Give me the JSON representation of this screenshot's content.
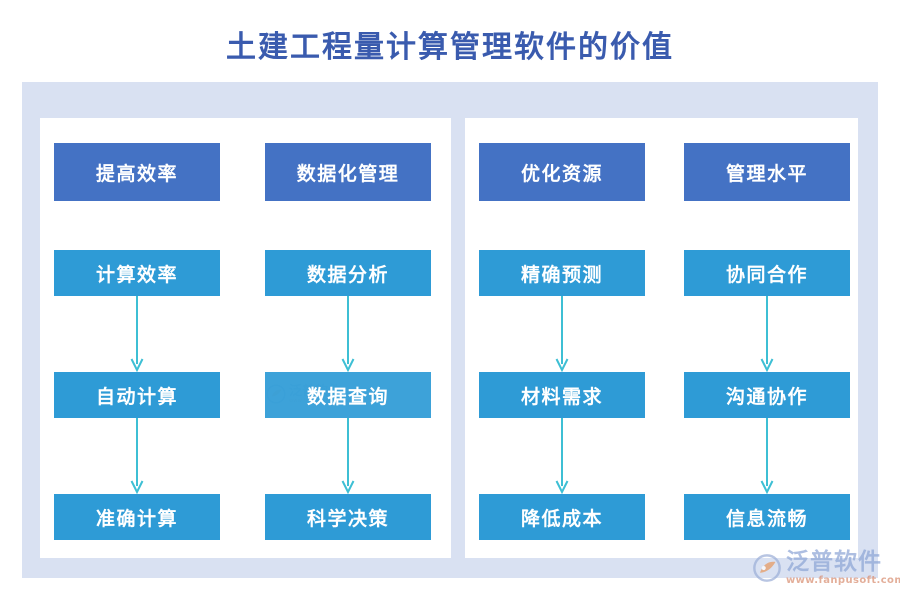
{
  "page": {
    "title": "土建工程量计算管理软件的价值"
  },
  "theme": {
    "title_color": "#3a5bae",
    "outer_panel_color": "#d9e1f2",
    "inner_panel_color": "#ffffff",
    "head_box_color": "#4472c4",
    "sub_box_color": "#2e9bd6",
    "arrow_color": "#3dbfd4",
    "node_text_color": "#ffffff"
  },
  "diagram": {
    "type": "flow-columns",
    "groups": [
      {
        "name": "left-group",
        "columns": [
          {
            "name": "column-efficiency",
            "nodes": [
              {
                "label": "提高效率",
                "level": "head"
              },
              {
                "label": "计算效率",
                "level": "sub"
              },
              {
                "label": "自动计算",
                "level": "sub"
              },
              {
                "label": "准确计算",
                "level": "sub"
              }
            ]
          },
          {
            "name": "column-data-management",
            "nodes": [
              {
                "label": "数据化管理",
                "level": "head"
              },
              {
                "label": "数据分析",
                "level": "sub"
              },
              {
                "label": "数据查询",
                "level": "sub"
              },
              {
                "label": "科学决策",
                "level": "sub"
              }
            ]
          }
        ]
      },
      {
        "name": "right-group",
        "columns": [
          {
            "name": "column-resource-optimization",
            "nodes": [
              {
                "label": "优化资源",
                "level": "head"
              },
              {
                "label": "精确预测",
                "level": "sub"
              },
              {
                "label": "材料需求",
                "level": "sub"
              },
              {
                "label": "降低成本",
                "level": "sub"
              }
            ]
          },
          {
            "name": "column-management-level",
            "nodes": [
              {
                "label": "管理水平",
                "level": "head"
              },
              {
                "label": "协同合作",
                "level": "sub"
              },
              {
                "label": "沟通协作",
                "level": "sub"
              },
              {
                "label": "信息流畅",
                "level": "sub"
              }
            ]
          }
        ]
      }
    ]
  },
  "watermark": {
    "name": "泛普软件",
    "url": "www.fanpusoft.com"
  },
  "brand": {
    "name": "泛普软件",
    "url": "www.fanpusoft.com"
  }
}
